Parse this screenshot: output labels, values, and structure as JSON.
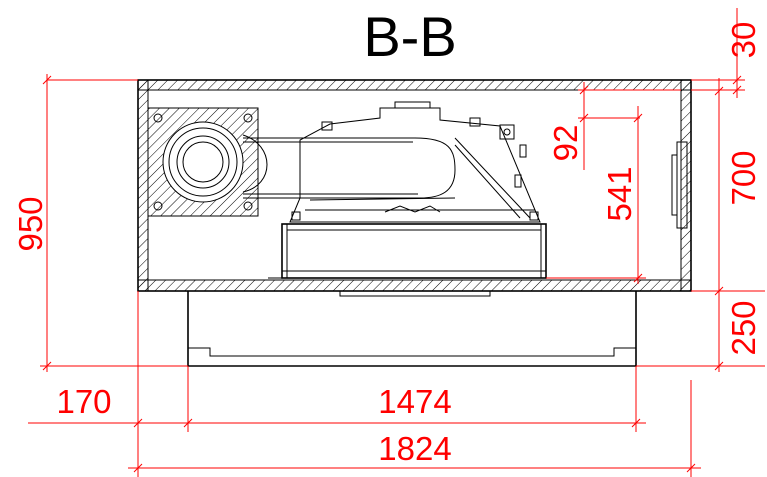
{
  "title": "B-B",
  "colors": {
    "dimension": "#ff0000",
    "line": "#000000",
    "background": "#ffffff"
  },
  "dimensions": {
    "top_gap": "30",
    "depth_92": "92",
    "unit_height": "541",
    "box_height": "700",
    "total_height": "950",
    "bottom_height": "250",
    "left_offset": "170",
    "inner_width": "1474",
    "total_width": "1824"
  }
}
